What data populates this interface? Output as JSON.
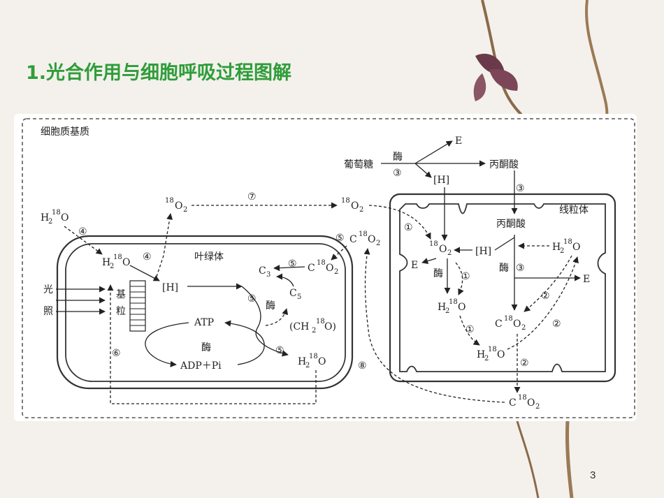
{
  "title": "1.光合作用与细胞呼吸过程图解",
  "page_number": "3",
  "diagram": {
    "cytoplasm_label": "细胞质基质",
    "chloroplast_label": "叶绿体",
    "mitochondrion_label": "线粒体",
    "glucose": "葡萄糖",
    "enzyme": "酶",
    "pyruvate": "丙酮酸",
    "E": "E",
    "H": "[H]",
    "light_1": "光",
    "light_2": "照",
    "grana_1": "基",
    "grana_2": "粒",
    "ATP": "ATP",
    "ADP_Pi": "ADP＋Pi",
    "O": "O",
    "H2": "H",
    "two": "2",
    "eighteen": "18",
    "C3": "C",
    "C5": "C",
    "three": "3",
    "five": "5",
    "CH2O_open": "(CH",
    "CH2O_close": "O)",
    "C_letter": "C",
    "steps": {
      "one": "①",
      "two": "②",
      "three": "③",
      "four": "④",
      "five": "⑤",
      "six": "⑥",
      "seven": "⑦",
      "eight": "⑧"
    }
  },
  "colors": {
    "title_green": "#2f9d3a",
    "line": "#222222",
    "panel": "#ffffff",
    "background": "#f4f1ec",
    "branch": "#8a6a4a",
    "flower": "#6b3a4a"
  }
}
